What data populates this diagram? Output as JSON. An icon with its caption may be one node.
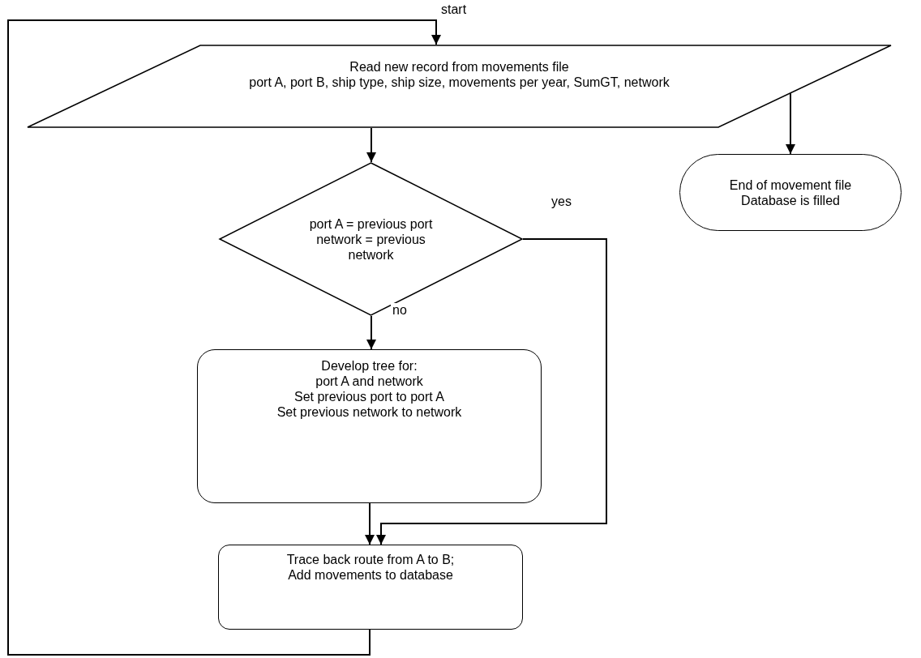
{
  "diagram": {
    "nodes": [
      {
        "text": [
          "Read new record from movements file",
          "port A, port B, ship type, ship size, movements per year, SumGT, network"
        ]
      },
      {
        "text": [
          "End of movement file",
          "Database is filled"
        ]
      },
      {
        "text": [
          "port A = previous port",
          "network = previous network"
        ]
      },
      {
        "text": [
          "Develop tree for:",
          "port A and network",
          "Set previous port to port A",
          "Set previous network to network"
        ]
      },
      {
        "text": [
          "Trace back route from A to B;",
          "Add movements to database"
        ]
      }
    ],
    "edges": [
      {
        "from": 0,
        "to": 2,
        "arrow": "to"
      },
      {
        "from": 0,
        "to": 1,
        "arrow": "to"
      },
      {
        "from": 2,
        "to": 3,
        "arrow": "to",
        "label": "no"
      },
      {
        "from": 2,
        "to": 4,
        "arrow": "to",
        "label": "yes"
      },
      {
        "from": 3,
        "to": 4,
        "arrow": "to"
      },
      {
        "from": 4,
        "to": 0,
        "arrow": "to"
      }
    ],
    "labels": [
      "start"
    ]
  }
}
